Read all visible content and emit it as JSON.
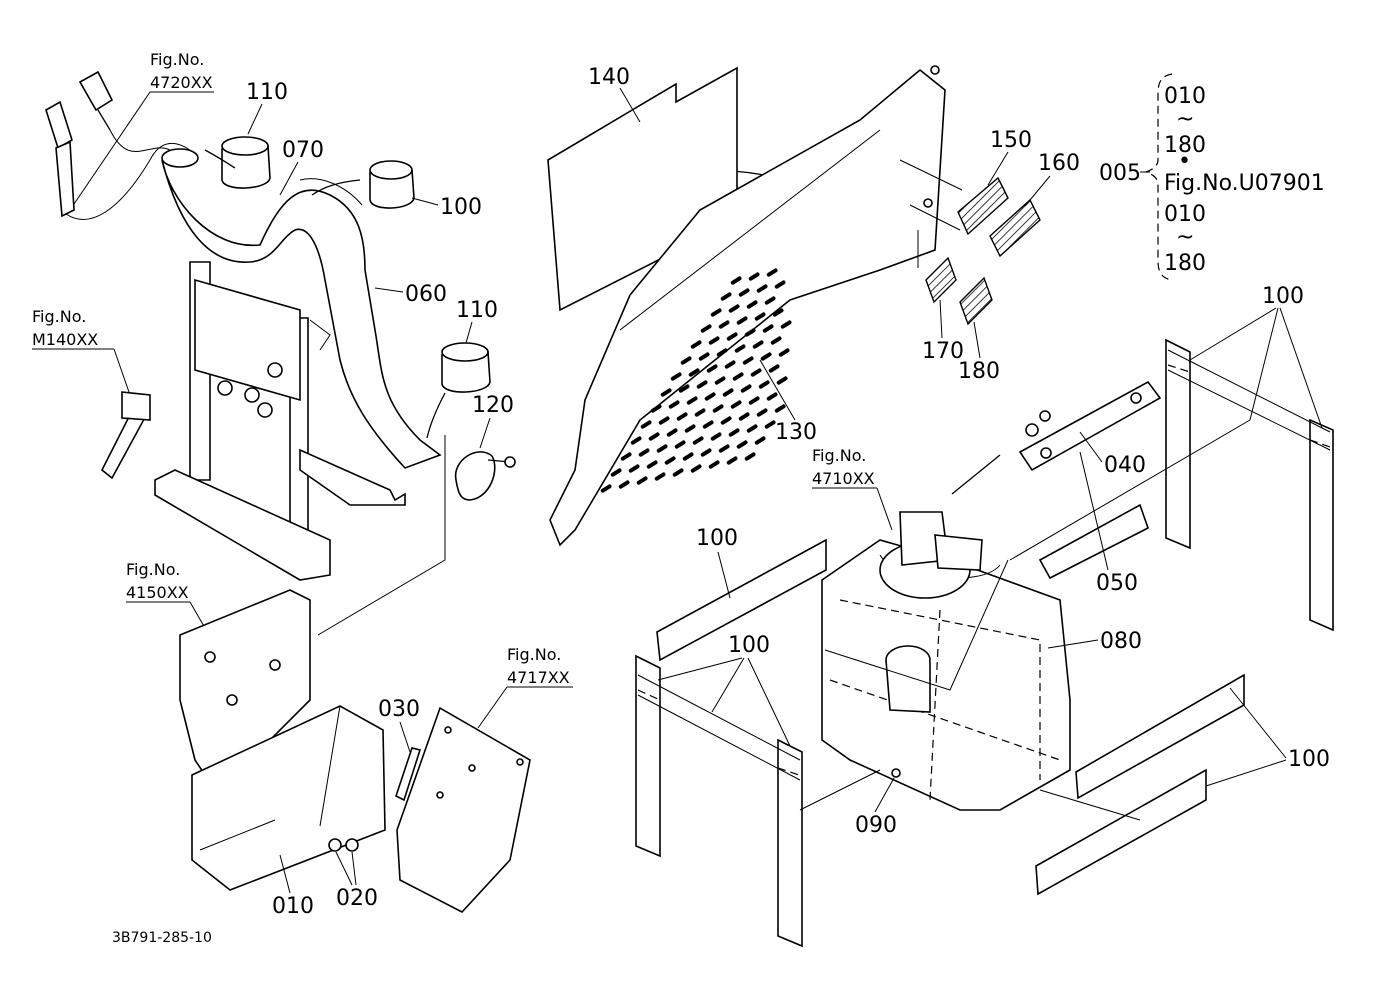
{
  "fig_refs": [
    {
      "id": "fig-4720",
      "top": "Fig.No.",
      "bottom": "4720XX"
    },
    {
      "id": "fig-M140",
      "top": "Fig.No.",
      "bottom": "M140XX"
    },
    {
      "id": "fig-4150",
      "top": "Fig.No.",
      "bottom": "4150XX"
    },
    {
      "id": "fig-4717",
      "top": "Fig.No.",
      "bottom": "4717XX"
    },
    {
      "id": "fig-4710",
      "top": "Fig.No.",
      "bottom": "4710XX"
    }
  ],
  "labels": {
    "p005": "005",
    "p010": "010",
    "p020": "020",
    "p030": "030",
    "p040": "040",
    "p050": "050",
    "p060": "060",
    "p070": "070",
    "p080": "080",
    "p090": "090",
    "p100_a": "100",
    "p100_b": "100",
    "p100_c": "100",
    "p100_d": "100",
    "p100_e": "100",
    "p110_a": "110",
    "p110_b": "110",
    "p120": "120",
    "p130": "130",
    "p140": "140",
    "p150": "150",
    "p160": "160",
    "p170": "170",
    "p180": "180"
  },
  "kit_bracket": {
    "range1_from": "010",
    "tilde": "~",
    "range1_to": "180",
    "dot": "•",
    "fig_ref": "Fig.No.U07901",
    "range2_from": "010",
    "range2_to": "180"
  },
  "catalog_number": "3B791-285-10"
}
